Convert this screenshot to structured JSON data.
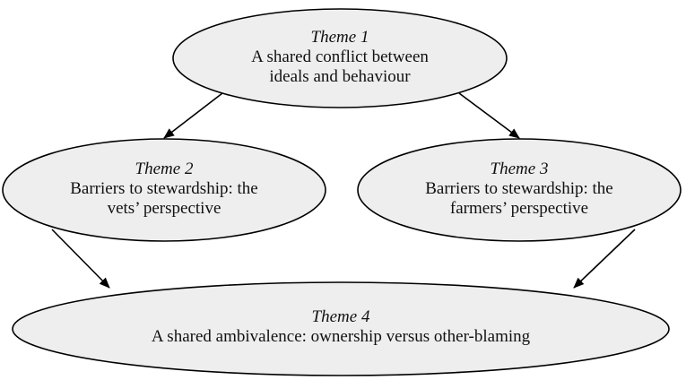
{
  "diagram": {
    "nodes": [
      {
        "id": "theme-1",
        "label": "Theme 1",
        "lines": [
          "A shared conflict between",
          "ideals and behaviour"
        ]
      },
      {
        "id": "theme-2",
        "label": "Theme 2",
        "lines": [
          "Barriers to stewardship: the",
          "vets’ perspective"
        ]
      },
      {
        "id": "theme-3",
        "label": "Theme 3",
        "lines": [
          "Barriers to stewardship: the",
          "farmers’ perspective"
        ]
      },
      {
        "id": "theme-4",
        "label": "Theme 4",
        "lines": [
          "A shared ambivalence: ownership versus other-blaming"
        ]
      }
    ],
    "edges": [
      {
        "from": "theme-1",
        "to": "theme-2"
      },
      {
        "from": "theme-1",
        "to": "theme-3"
      },
      {
        "from": "theme-2",
        "to": "theme-4"
      },
      {
        "from": "theme-3",
        "to": "theme-4"
      }
    ],
    "colors": {
      "node_fill": "#eeeeee",
      "node_stroke": "#000000",
      "arrow": "#000000",
      "text": "#111111"
    }
  }
}
